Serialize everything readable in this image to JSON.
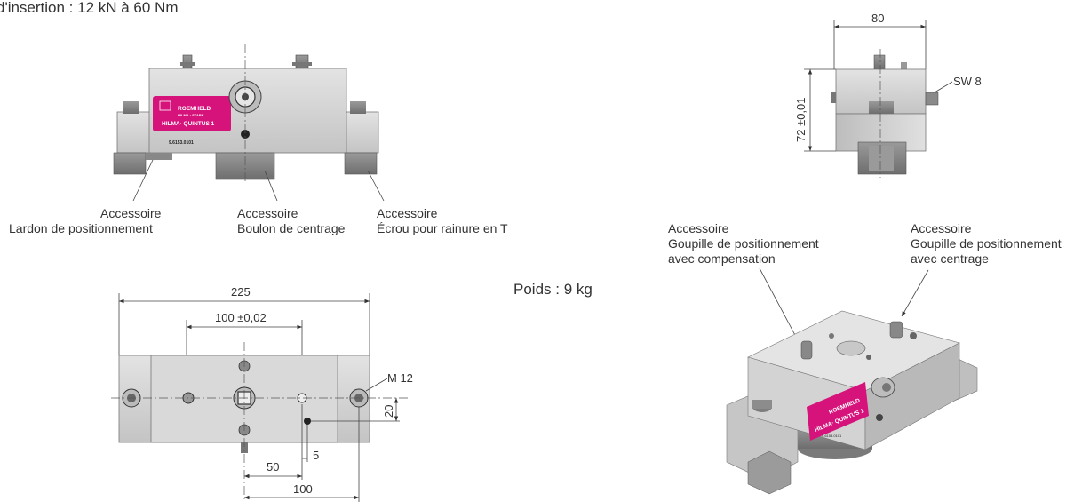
{
  "header": {
    "text": "d'insertion : 12 kN à 60 Nm"
  },
  "weight": {
    "text": "Poids : 9 kg"
  },
  "plate": {
    "brand": "ROEMHELD",
    "sub": "HILMA • STARK",
    "model": "HILMA· QUINTUS 1",
    "serial": "9.6153.0101"
  },
  "front_view_labels": [
    {
      "line1": "Accessoire",
      "line2": "Lardon de positionnement"
    },
    {
      "line1": "Accessoire",
      "line2": "Boulon de centrage"
    },
    {
      "line1": "Accessoire",
      "line2": "Écrou pour rainure en T"
    }
  ],
  "side_view": {
    "width": "80",
    "height": "72  ±0,01",
    "wrench": "SW 8"
  },
  "top_view": {
    "overall": "225",
    "hole_spacing": "100  ±0,02",
    "thread": "M 12",
    "offset_y": "20",
    "offset_small": "5",
    "offset_50": "50",
    "offset_100": "100"
  },
  "iso_labels": [
    {
      "line1": "Accessoire",
      "line2": "Goupille de positionnement",
      "line3": "avec compensation"
    },
    {
      "line1": "Accessoire",
      "line2": "Goupille de positionnement",
      "line3": "avec centrage"
    }
  ],
  "colors": {
    "plate": "#d6137b",
    "body": "#cfcfcf",
    "dark": "#8a8a8a"
  }
}
